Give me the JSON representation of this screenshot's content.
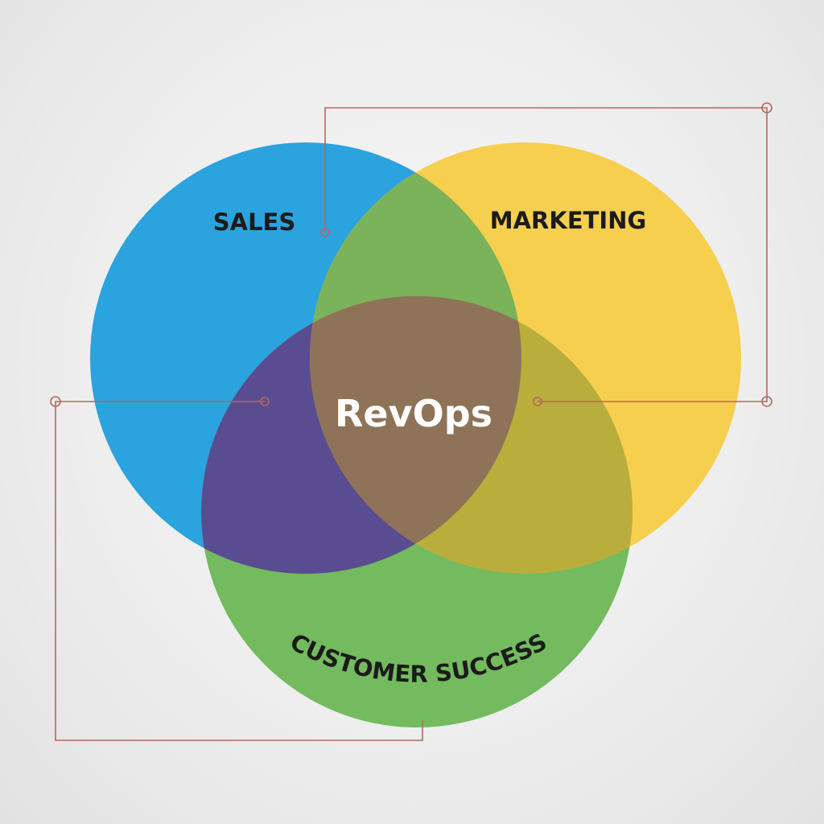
{
  "diagram": {
    "center_label": "RevOps",
    "sets": [
      {
        "id": "sales",
        "label": "SALES",
        "color": "#2aa3df"
      },
      {
        "id": "marketing",
        "label": "MARKETING",
        "color": "#f7cf4e"
      },
      {
        "id": "customer_success",
        "label": "CUSTOMER SUCCESS",
        "color": "#73bb5e"
      }
    ],
    "overlap_colors": {
      "sales_marketing": "#7ab35a",
      "sales_customer_success": "#5a4c91",
      "marketing_customer_success": "#b9ae3c",
      "all_three": "#8f7358"
    },
    "connector_color": "#b5675f"
  }
}
